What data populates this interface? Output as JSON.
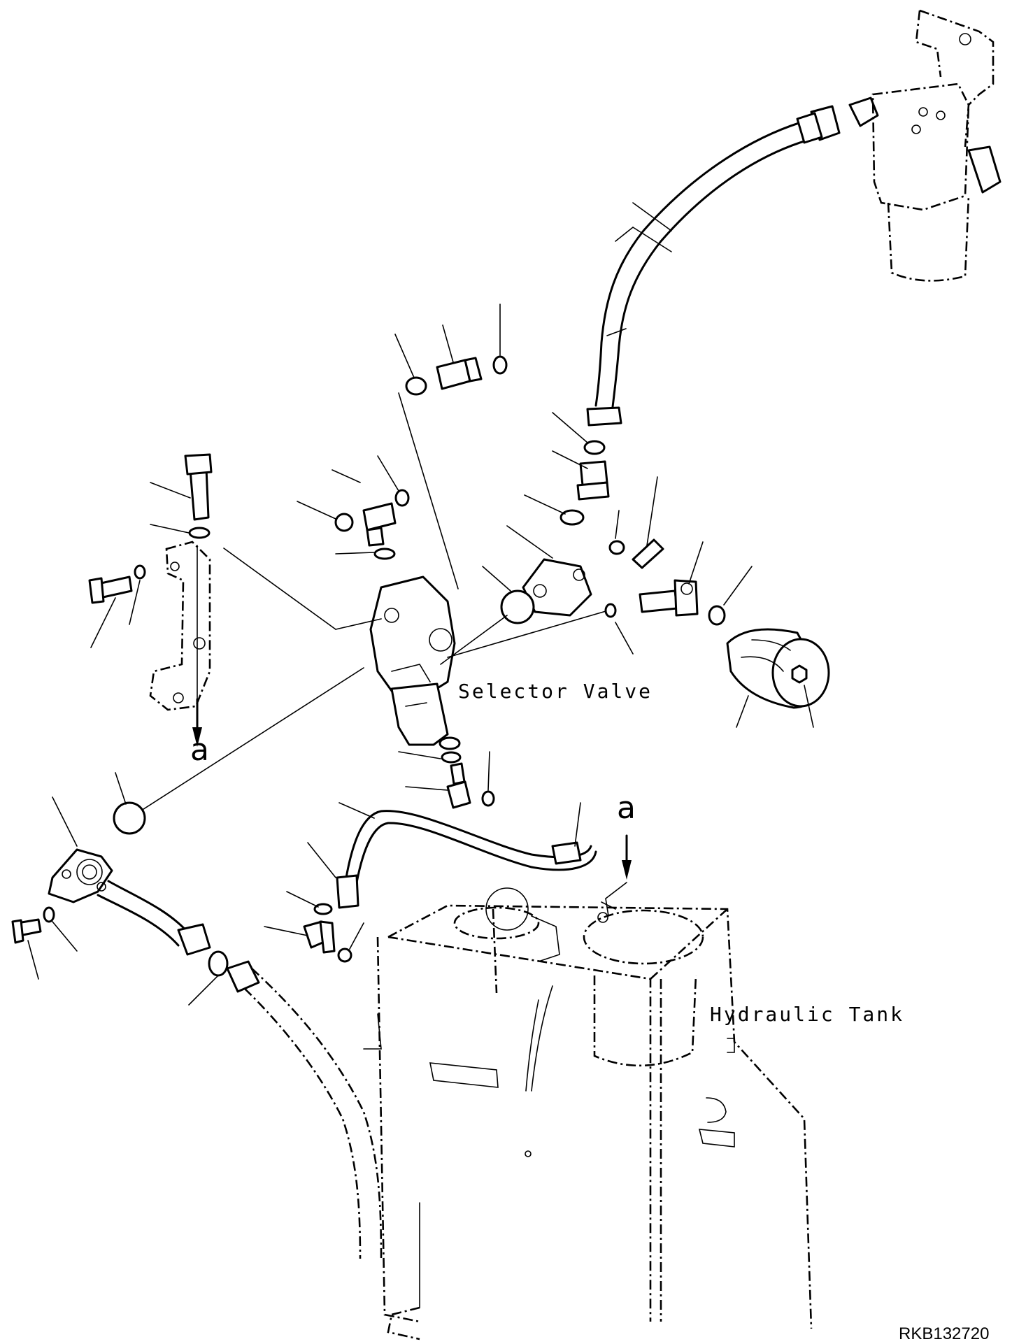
{
  "labels": {
    "selector_valve": "Selector Valve",
    "hydraulic_tank": "Hydraulic Tank",
    "ref_a_top": "a",
    "ref_a_bottom": "a",
    "drawing_code": "RKB132720"
  },
  "icons": {
    "arrow": "arrow-down-icon"
  }
}
